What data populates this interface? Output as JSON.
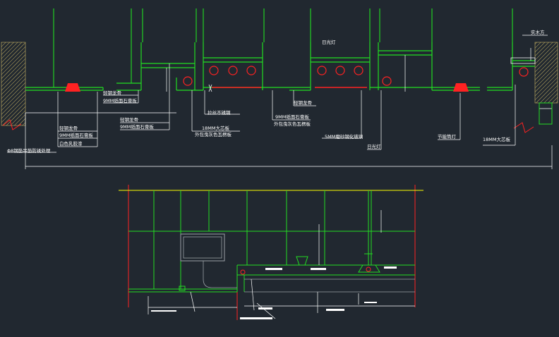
{
  "drawing": {
    "labels": {
      "qinggang_longgu_1": "轻钢龙骨",
      "shigao_9mm_1": "9MM纸面石膏板",
      "qinggang_longgu_2": "轻钢龙骨",
      "shigao_9mm_2": "9MM纸面石膏板",
      "qinggang_longgu_3": "轻钢龙骨",
      "shigao_9mm_3": "9MM纸面石膏板",
      "rujiao_qi": "白色乳胶漆",
      "diaojin": "Φ8钢筋吊筋防锈处理",
      "budaxiu_diao": "拉丝不锈钢",
      "xinban_18mm_1": "18MM大芯板",
      "waibao_1": "外包曳灰色瓦楞板",
      "shigao_9mm_4": "9MM纸面石膏板",
      "waibao_2": "外包曳灰色瓦楞板",
      "qinggang_longgu_4": "轻钢龙骨",
      "boli_5mm": "5MM磨砂钢化玻璃",
      "riguangdeng_1": "日光灯",
      "riguangdeng_2": "日光灯",
      "jienengdeng": "节能筒灯",
      "xinban_18mm_2": "18MM大芯板",
      "shimufang": "实木方"
    },
    "colors": {
      "background": "#212830",
      "structure": "#22dd22",
      "dimension": "#ffffff",
      "fixture": "#ff2222",
      "hatch": "#c8b464",
      "accent": "#ffff00"
    }
  }
}
